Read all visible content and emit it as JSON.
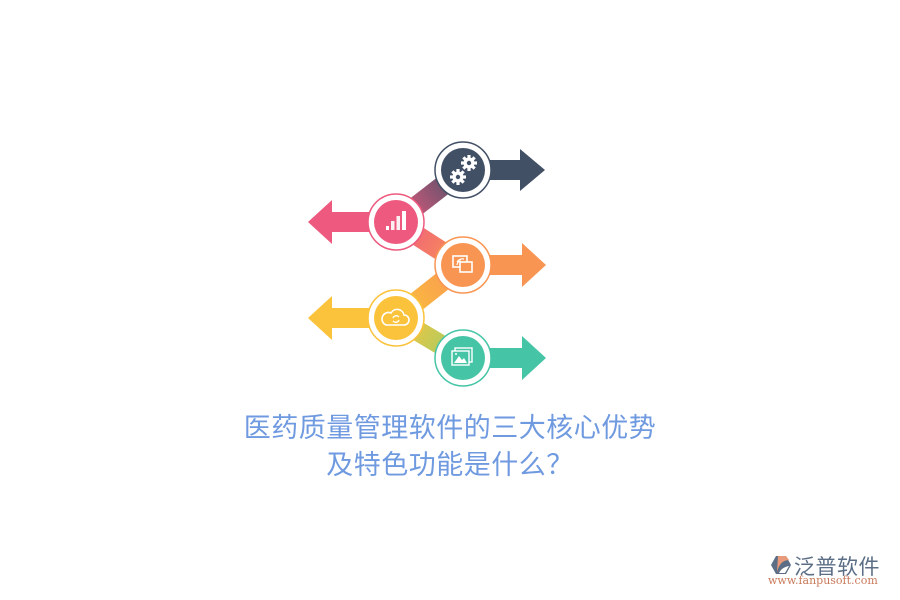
{
  "title": {
    "line1": "医药质量管理软件的三大核心优势",
    "line2": "及特色功能是什么？",
    "color": "#6f9ae0"
  },
  "diagram": {
    "steps": [
      {
        "icon": "gears-icon",
        "direction": "right",
        "color": "#425066"
      },
      {
        "icon": "bar-chart-icon",
        "direction": "left",
        "color": "#ee5a7f"
      },
      {
        "icon": "screen-cast-icon",
        "direction": "right",
        "color": "#f99553"
      },
      {
        "icon": "cloud-sync-icon",
        "direction": "left",
        "color": "#fbc33b"
      },
      {
        "icon": "image-gallery-icon",
        "direction": "right",
        "color": "#45c5a6"
      }
    ]
  },
  "logo": {
    "name": "泛普软件",
    "url": "www.fanpusoft.com"
  }
}
